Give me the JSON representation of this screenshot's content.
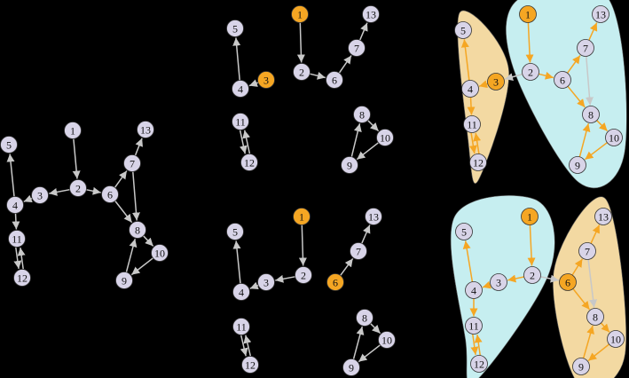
{
  "colors": {
    "background": "#000000",
    "node_default": "#d8d4e8",
    "node_highlight": "#f5a623",
    "node_stroke": "#333333",
    "edge_default": "#c8c8c8",
    "edge_highlight": "#f5a623",
    "region_tan": "#f3d9a2",
    "region_cyan": "#c6eef0"
  },
  "panels": [
    {
      "id": "full-graph",
      "nodes": [
        {
          "id": "1",
          "label": "1"
        },
        {
          "id": "2",
          "label": "2"
        },
        {
          "id": "3",
          "label": "3"
        },
        {
          "id": "4",
          "label": "4"
        },
        {
          "id": "5",
          "label": "5"
        },
        {
          "id": "6",
          "label": "6"
        },
        {
          "id": "7",
          "label": "7"
        },
        {
          "id": "8",
          "label": "8"
        },
        {
          "id": "9",
          "label": "9"
        },
        {
          "id": "10",
          "label": "10"
        },
        {
          "id": "11",
          "label": "11"
        },
        {
          "id": "12",
          "label": "12"
        },
        {
          "id": "13",
          "label": "13"
        }
      ],
      "edges": [
        [
          "1",
          "2"
        ],
        [
          "2",
          "3"
        ],
        [
          "3",
          "4"
        ],
        [
          "4",
          "5"
        ],
        [
          "4",
          "11"
        ],
        [
          "11",
          "12"
        ],
        [
          "12",
          "11"
        ],
        [
          "2",
          "6"
        ],
        [
          "6",
          "7"
        ],
        [
          "7",
          "13"
        ],
        [
          "6",
          "8"
        ],
        [
          "7",
          "8"
        ],
        [
          "8",
          "10"
        ],
        [
          "10",
          "9"
        ],
        [
          "9",
          "8"
        ]
      ],
      "highlight_nodes": [],
      "highlight_edges": []
    },
    {
      "id": "cut-at-3",
      "nodes": [
        {
          "id": "1",
          "label": "1"
        },
        {
          "id": "2",
          "label": "2"
        },
        {
          "id": "3",
          "label": "3"
        },
        {
          "id": "4",
          "label": "4"
        },
        {
          "id": "5",
          "label": "5"
        },
        {
          "id": "6",
          "label": "6"
        },
        {
          "id": "7",
          "label": "7"
        },
        {
          "id": "8",
          "label": "8"
        },
        {
          "id": "9",
          "label": "9"
        },
        {
          "id": "10",
          "label": "10"
        },
        {
          "id": "11",
          "label": "11"
        },
        {
          "id": "12",
          "label": "12"
        },
        {
          "id": "13",
          "label": "13"
        }
      ],
      "edges": [
        [
          "1",
          "2"
        ],
        [
          "2",
          "6"
        ],
        [
          "6",
          "7"
        ],
        [
          "7",
          "13"
        ],
        [
          "3",
          "4"
        ],
        [
          "4",
          "5"
        ],
        [
          "11",
          "12"
        ],
        [
          "12",
          "11"
        ],
        [
          "8",
          "10"
        ],
        [
          "10",
          "9"
        ],
        [
          "9",
          "8"
        ]
      ],
      "highlight_nodes": [
        "1",
        "3"
      ],
      "highlight_edges": []
    },
    {
      "id": "clusters-3",
      "nodes": [
        {
          "id": "1",
          "label": "1"
        },
        {
          "id": "2",
          "label": "2"
        },
        {
          "id": "3",
          "label": "3"
        },
        {
          "id": "4",
          "label": "4"
        },
        {
          "id": "5",
          "label": "5"
        },
        {
          "id": "6",
          "label": "6"
        },
        {
          "id": "7",
          "label": "7"
        },
        {
          "id": "8",
          "label": "8"
        },
        {
          "id": "9",
          "label": "9"
        },
        {
          "id": "10",
          "label": "10"
        },
        {
          "id": "11",
          "label": "11"
        },
        {
          "id": "12",
          "label": "12"
        },
        {
          "id": "13",
          "label": "13"
        }
      ],
      "edges": [
        [
          "1",
          "2"
        ],
        [
          "2",
          "3"
        ],
        [
          "3",
          "4"
        ],
        [
          "4",
          "5"
        ],
        [
          "4",
          "11"
        ],
        [
          "11",
          "12"
        ],
        [
          "12",
          "11"
        ],
        [
          "2",
          "6"
        ],
        [
          "6",
          "7"
        ],
        [
          "7",
          "13"
        ],
        [
          "6",
          "8"
        ],
        [
          "7",
          "8"
        ],
        [
          "8",
          "10"
        ],
        [
          "10",
          "9"
        ],
        [
          "9",
          "8"
        ]
      ],
      "highlight_nodes": [
        "1",
        "3"
      ],
      "highlight_edges": [
        [
          "1",
          "2"
        ],
        [
          "2",
          "6"
        ],
        [
          "6",
          "7"
        ],
        [
          "7",
          "13"
        ],
        [
          "6",
          "8"
        ],
        [
          "8",
          "10"
        ],
        [
          "10",
          "9"
        ],
        [
          "9",
          "8"
        ],
        [
          "3",
          "4"
        ],
        [
          "4",
          "5"
        ],
        [
          "4",
          "11"
        ],
        [
          "11",
          "12"
        ],
        [
          "12",
          "11"
        ]
      ],
      "regions": [
        {
          "name": "left-cluster",
          "color": "tan",
          "members": [
            "5",
            "4",
            "11",
            "12",
            "3"
          ]
        },
        {
          "name": "right-cluster",
          "color": "cyan",
          "members": [
            "1",
            "2",
            "6",
            "7",
            "13",
            "8",
            "9",
            "10"
          ]
        }
      ]
    },
    {
      "id": "cut-at-6",
      "nodes": [
        {
          "id": "1",
          "label": "1"
        },
        {
          "id": "2",
          "label": "2"
        },
        {
          "id": "3",
          "label": "3"
        },
        {
          "id": "4",
          "label": "4"
        },
        {
          "id": "5",
          "label": "5"
        },
        {
          "id": "6",
          "label": "6"
        },
        {
          "id": "7",
          "label": "7"
        },
        {
          "id": "8",
          "label": "8"
        },
        {
          "id": "9",
          "label": "9"
        },
        {
          "id": "10",
          "label": "10"
        },
        {
          "id": "11",
          "label": "11"
        },
        {
          "id": "12",
          "label": "12"
        },
        {
          "id": "13",
          "label": "13"
        }
      ],
      "edges": [
        [
          "1",
          "2"
        ],
        [
          "2",
          "3"
        ],
        [
          "3",
          "4"
        ],
        [
          "4",
          "5"
        ],
        [
          "6",
          "7"
        ],
        [
          "7",
          "13"
        ],
        [
          "11",
          "12"
        ],
        [
          "12",
          "11"
        ],
        [
          "8",
          "10"
        ],
        [
          "10",
          "9"
        ],
        [
          "9",
          "8"
        ]
      ],
      "highlight_nodes": [
        "1",
        "6"
      ],
      "highlight_edges": []
    },
    {
      "id": "clusters-6",
      "nodes": [
        {
          "id": "1",
          "label": "1"
        },
        {
          "id": "2",
          "label": "2"
        },
        {
          "id": "3",
          "label": "3"
        },
        {
          "id": "4",
          "label": "4"
        },
        {
          "id": "5",
          "label": "5"
        },
        {
          "id": "6",
          "label": "6"
        },
        {
          "id": "7",
          "label": "7"
        },
        {
          "id": "8",
          "label": "8"
        },
        {
          "id": "9",
          "label": "9"
        },
        {
          "id": "10",
          "label": "10"
        },
        {
          "id": "11",
          "label": "11"
        },
        {
          "id": "12",
          "label": "12"
        },
        {
          "id": "13",
          "label": "13"
        }
      ],
      "edges": [
        [
          "1",
          "2"
        ],
        [
          "2",
          "3"
        ],
        [
          "3",
          "4"
        ],
        [
          "4",
          "5"
        ],
        [
          "4",
          "11"
        ],
        [
          "11",
          "12"
        ],
        [
          "12",
          "11"
        ],
        [
          "2",
          "6"
        ],
        [
          "6",
          "7"
        ],
        [
          "7",
          "13"
        ],
        [
          "6",
          "8"
        ],
        [
          "7",
          "8"
        ],
        [
          "8",
          "10"
        ],
        [
          "10",
          "9"
        ],
        [
          "9",
          "8"
        ]
      ],
      "highlight_nodes": [
        "1",
        "6"
      ],
      "highlight_edges": [
        [
          "1",
          "2"
        ],
        [
          "2",
          "3"
        ],
        [
          "3",
          "4"
        ],
        [
          "4",
          "5"
        ],
        [
          "4",
          "11"
        ],
        [
          "11",
          "12"
        ],
        [
          "12",
          "11"
        ],
        [
          "6",
          "7"
        ],
        [
          "7",
          "13"
        ],
        [
          "6",
          "8"
        ],
        [
          "8",
          "10"
        ],
        [
          "10",
          "9"
        ],
        [
          "9",
          "8"
        ]
      ],
      "regions": [
        {
          "name": "left-cluster",
          "color": "cyan",
          "members": [
            "5",
            "4",
            "11",
            "12",
            "3",
            "2",
            "1"
          ]
        },
        {
          "name": "right-cluster",
          "color": "tan",
          "members": [
            "6",
            "7",
            "13",
            "8",
            "9",
            "10"
          ]
        }
      ]
    }
  ]
}
